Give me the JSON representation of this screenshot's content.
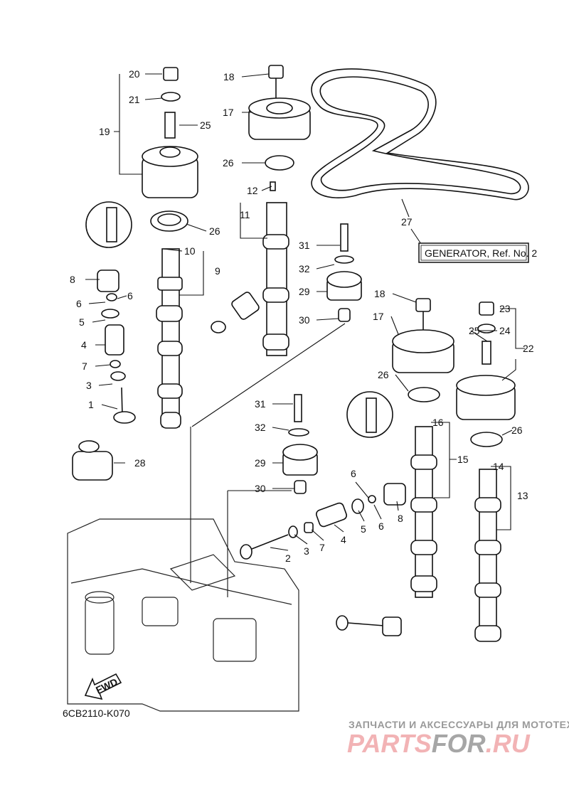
{
  "diagram_code": "6CB2110-K070",
  "fwd_label": "FWD",
  "generator_ref": "GENERATOR,  Ref. No. 2",
  "callouts": [
    "20",
    "21",
    "19",
    "25",
    "26",
    "18",
    "17",
    "26",
    "12",
    "11",
    "10",
    "9",
    "8",
    "6",
    "6",
    "5",
    "4",
    "7",
    "3",
    "1",
    "31",
    "32",
    "29",
    "30",
    "27",
    "18",
    "17",
    "23",
    "24",
    "25",
    "22",
    "26",
    "16",
    "26",
    "15",
    "14",
    "13",
    "28",
    "31",
    "32",
    "29",
    "30",
    "6",
    "6",
    "5",
    "8",
    "4",
    "7",
    "3",
    "2"
  ],
  "watermark": {
    "tagline": "ЗАПЧАСТИ И АКСЕССУАРЫ ДЛЯ МОТОТЕХНИКИ",
    "brand_part1": "PARTS",
    "brand_part2": "FOR",
    "brand_part3": ".RU",
    "colors": {
      "pink": "#f2b3b5",
      "gray": "#a6a6a6"
    }
  }
}
